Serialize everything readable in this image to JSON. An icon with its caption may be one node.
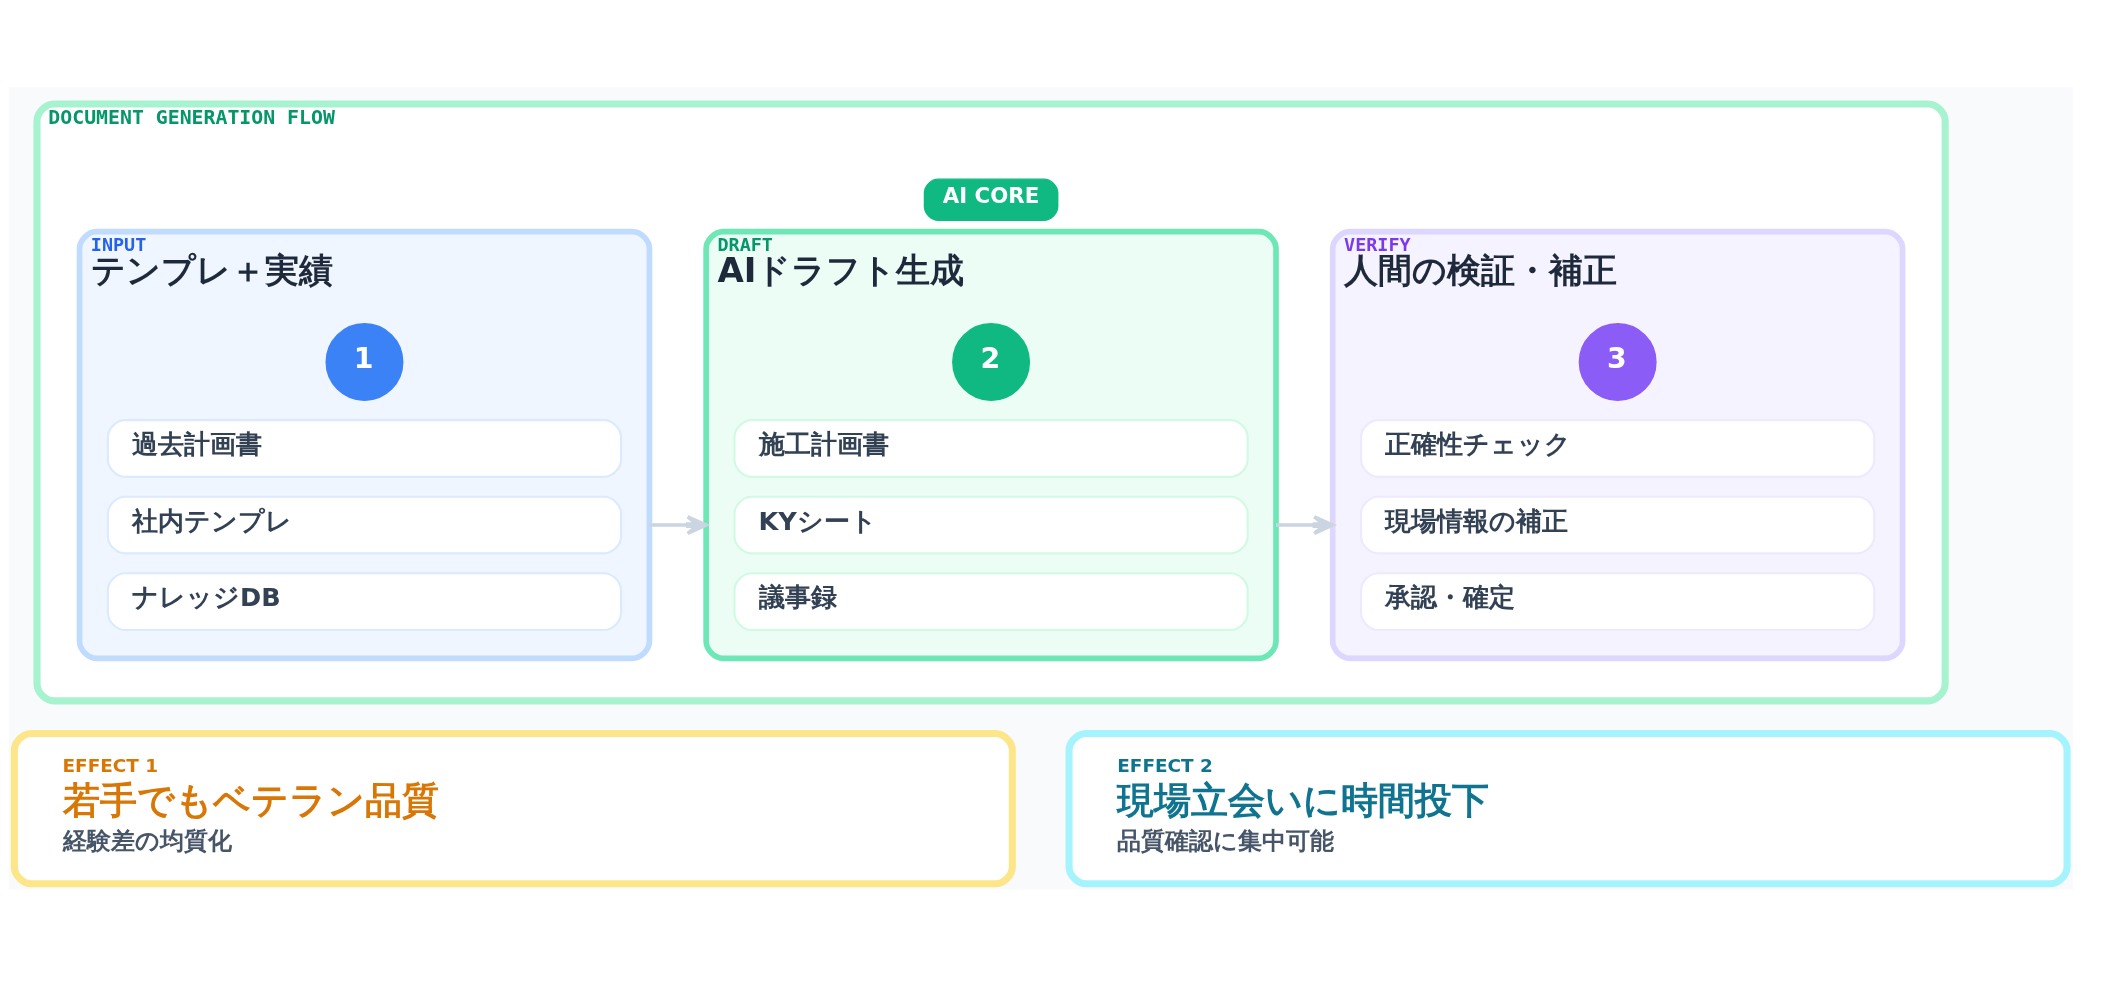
{
  "diagram": {
    "nodes": [
      {
        "text": [
          "DOCUMENT GENERATION FLOW"
        ]
      },
      {
        "text": [
          "INPUT",
          "テンプレ＋実績"
        ],
        "in": 0
      },
      {
        "text": [
          "1"
        ],
        "in": 1
      },
      {
        "text": [
          "過去計画書"
        ],
        "in": 1
      },
      {
        "text": [
          "社内テンプレ"
        ],
        "in": 1
      },
      {
        "text": [
          "ナレッジDB"
        ],
        "in": 1
      },
      {
        "text": [
          "DRAFT",
          "AIドラフト生成"
        ],
        "in": 0
      },
      {
        "text": [
          "AI CORE"
        ],
        "in": 0
      },
      {
        "text": [
          "2"
        ],
        "in": 6
      },
      {
        "text": [
          "施工計画書"
        ],
        "in": 6
      },
      {
        "text": [
          "KYシート"
        ],
        "in": 6
      },
      {
        "text": [
          "議事録"
        ],
        "in": 6
      },
      {
        "text": [
          "VERIFY",
          "人間の検証・補正"
        ],
        "in": 0
      },
      {
        "text": [
          "3"
        ],
        "in": 12
      },
      {
        "text": [
          "正確性チェック"
        ],
        "in": 12
      },
      {
        "text": [
          "現場情報の補正"
        ],
        "in": 12
      },
      {
        "text": [
          "承認・確定"
        ],
        "in": 12
      },
      {
        "text": [
          "EFFECT 1",
          "若手でもベテラン品質",
          "経験差の均質化"
        ]
      },
      {
        "text": [
          "EFFECT 2",
          "現場立会いに時間投下",
          "品質確認に集中可能"
        ]
      }
    ],
    "edges": [
      {
        "from": 1,
        "to": 6,
        "arrow": "to"
      },
      {
        "from": 6,
        "to": 12,
        "arrow": "to"
      }
    ]
  }
}
